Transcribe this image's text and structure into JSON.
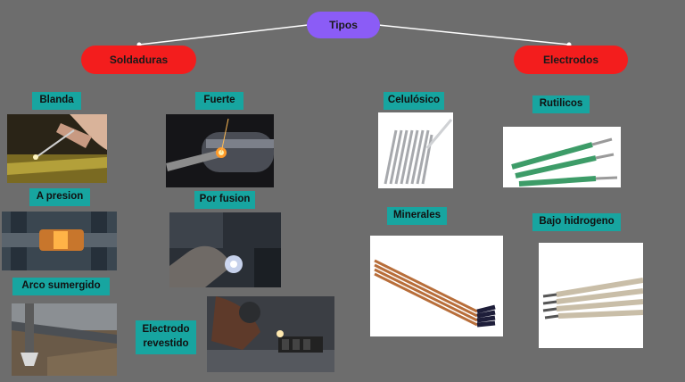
{
  "root": {
    "label": "Tipos",
    "color": "#8b5cf6"
  },
  "branches": {
    "left": {
      "label": "Soldaduras",
      "color": "#f31d1d"
    },
    "right": {
      "label": "Electrodos",
      "color": "#f31d1d"
    }
  },
  "tag_color": "#17a5a0",
  "soldaduras": {
    "blanda": "Blanda",
    "fuerte": "Fuerte",
    "a_presion": "A presion",
    "por_fusion": "Por fusion",
    "arco_sumergido": "Arco sumergido",
    "electrodo_revestido_1": "Electrodo",
    "electrodo_revestido_2": "revestido"
  },
  "electrodos": {
    "celulosico": "Celulósico",
    "rutilicos": "Rutilicos",
    "minerales": "Minerales",
    "bajo_hidrogeno": "Bajo hidrogeno"
  }
}
